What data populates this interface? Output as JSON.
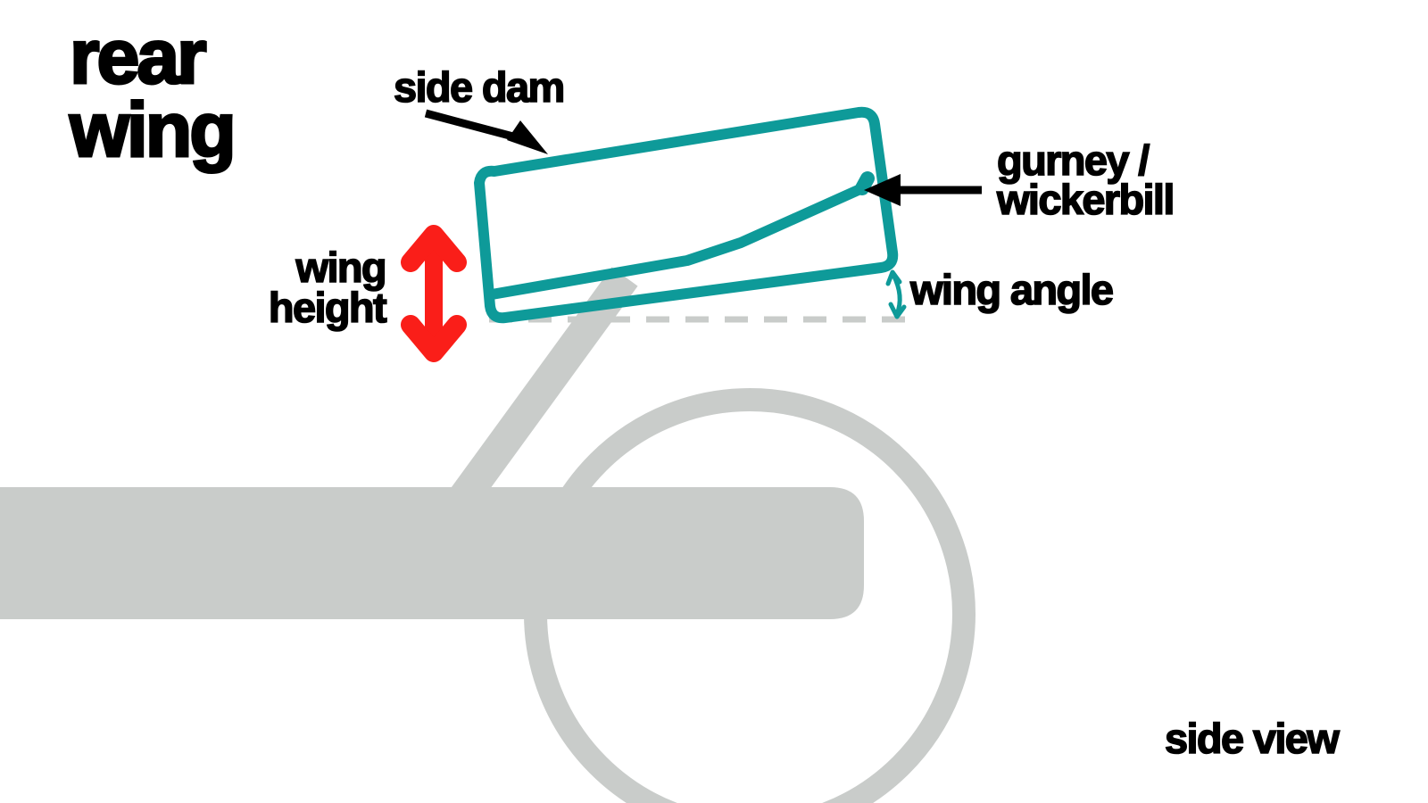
{
  "diagram": {
    "title": "rear wing",
    "view_label": "side view",
    "background_color": "#ffffff",
    "accent_color": "#0e9a99",
    "highlight_color": "#fa1e19",
    "body_color": "#c9ccca",
    "text_color": "#000000",
    "baseline_color": "#c9ccca"
  },
  "labels": {
    "title": "rear\nwing",
    "side_dam": "side dam",
    "gurney": "gurney /\nwickerbill",
    "wing_height": "wing\nheight",
    "wing_angle": "wing angle",
    "side_view": "side view"
  },
  "parts": [
    {
      "name": "side-dam",
      "label": "side dam",
      "color": "#0e9a99",
      "shape": "tilted-rounded-rectangle",
      "description": "outer endplate outline of the rear wing, viewed from the side"
    },
    {
      "name": "wing-element",
      "label": "wing element",
      "color": "#0e9a99",
      "shape": "cambered-profile-line",
      "description": "wing profile chord line rising toward the trailing edge"
    },
    {
      "name": "gurney-wickerbill",
      "label": "gurney / wickerbill",
      "color": "#0e9a99",
      "shape": "small-vertical-flap",
      "description": "small lip at the trailing edge of the wing"
    },
    {
      "name": "wing-support-strut",
      "label": "wing support",
      "color": "#c9ccca",
      "shape": "diagonal-bar",
      "description": "pylon connecting the wing to the car body"
    },
    {
      "name": "car-body",
      "label": "car body",
      "color": "#c9ccca",
      "shape": "rounded-rectangle",
      "description": "rear section of the car silhouette"
    },
    {
      "name": "rear-wheel",
      "label": "rear wheel",
      "color": "#c9ccca",
      "shape": "ring",
      "description": "rear tyre outline"
    }
  ],
  "measurements": [
    {
      "name": "wing-height",
      "label": "wing\nheight",
      "arrow": "double-headed-vertical",
      "color": "#fa1e19",
      "description": "vertical distance from the reference baseline up to the wing"
    },
    {
      "name": "wing-angle",
      "label": "wing angle",
      "arrow": "double-headed-arc",
      "color": "#0e9a99",
      "description": "angle between the horizontal reference baseline and the wing chord"
    }
  ],
  "annotations": [
    {
      "name": "side-dam-pointer",
      "target": "side-dam",
      "direction": "down-right"
    },
    {
      "name": "gurney-pointer",
      "target": "gurney-wickerbill",
      "direction": "left"
    }
  ],
  "reference_line": {
    "name": "horizontal-baseline",
    "style": "dashed",
    "color": "#c9ccca"
  }
}
